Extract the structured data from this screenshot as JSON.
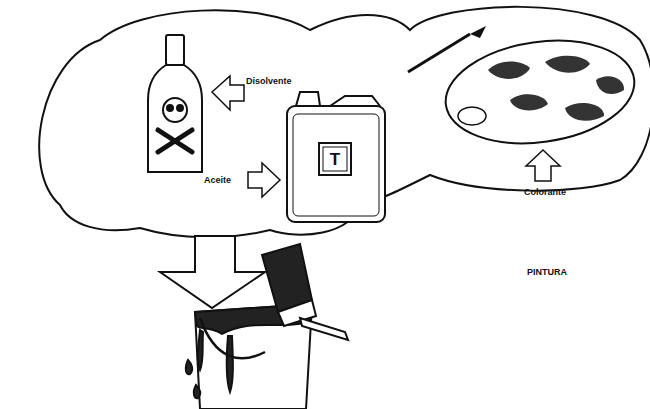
{
  "diagram": {
    "labels": [
      "Disolvente",
      "Aceite",
      "Colorante",
      "T",
      "PINTURA"
    ]
  }
}
